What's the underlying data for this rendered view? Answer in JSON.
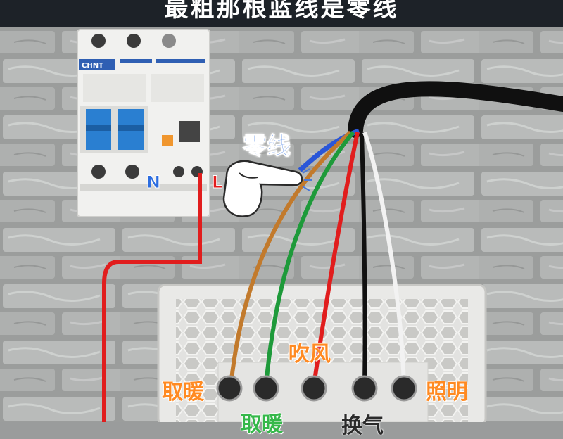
{
  "caption": "最粗那根蓝线是零线",
  "breaker": {
    "brand": "CHNT",
    "neutral_mark": "N",
    "live_mark": "L"
  },
  "callout": {
    "neutral_wire": "零线",
    "pointing_hand_icon": "pointing-hand-icon"
  },
  "switch_labels": {
    "heat_1": "取暖",
    "heat_2": "取暖",
    "fan": "吹风",
    "ventilation": "换气",
    "lighting": "照明"
  },
  "wire_colors": {
    "blue": "#2a56d8",
    "brown": "#c27a2c",
    "green": "#1e9a3a",
    "red": "#e11d1d",
    "black": "#111111",
    "white": "#f2f2f2"
  }
}
